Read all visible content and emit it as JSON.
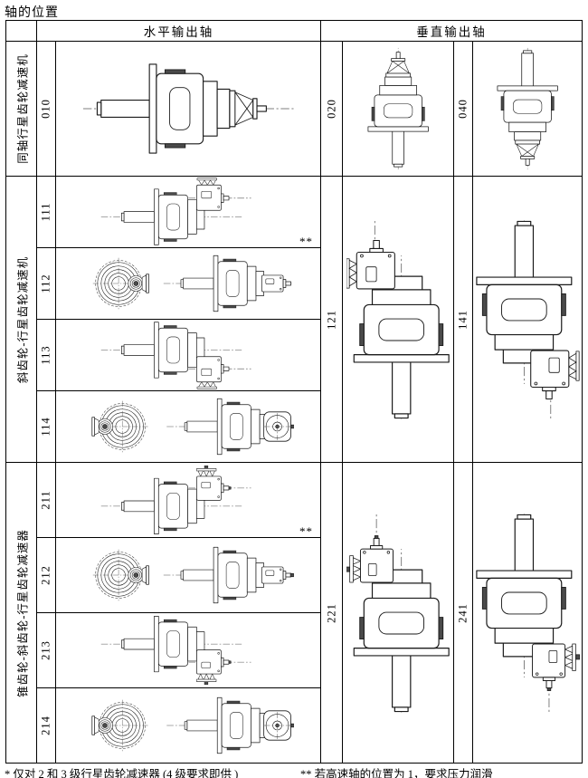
{
  "title": "轴的位置",
  "colors": {
    "ink": "#000000",
    "paper": "#ffffff"
  },
  "table": {
    "headers": {
      "horizontal": "水平输出轴",
      "vertical": "垂直输出轴"
    },
    "groups": [
      {
        "label": "同轴行星齿轮减速机",
        "rows": [
          {
            "code": "010",
            "drawing": "coaxial-reducer-horizontal-side-view",
            "note": ""
          }
        ],
        "vcells": [
          {
            "code": "020",
            "drawing": "coaxial-reducer-vertical-motor-top-output-down"
          },
          {
            "code": "040",
            "drawing": "coaxial-reducer-vertical-output-up-motor-bottom"
          }
        ]
      },
      {
        "label": "斜齿轮-行星齿轮减速机",
        "rows": [
          {
            "code": "111",
            "drawing": "helical-planetary-input-top-right",
            "note": "**"
          },
          {
            "code": "112",
            "drawing": "helical-planetary-input-right-with-front-view",
            "note": ""
          },
          {
            "code": "113",
            "drawing": "helical-planetary-input-bottom-right",
            "note": ""
          },
          {
            "code": "114",
            "drawing": "helical-planetary-input-facing-viewer-with-front-view",
            "note": ""
          }
        ],
        "vcells": [
          {
            "code": "121",
            "drawing": "helical-planetary-vertical-input-top-left"
          },
          {
            "code": "141",
            "drawing": "helical-planetary-vertical-input-bottom-right"
          }
        ]
      },
      {
        "label": "锥齿轮-斜齿轮-行星齿轮减速器",
        "rows": [
          {
            "code": "211",
            "drawing": "bevel-helical-planetary-input-top-right",
            "note": "**"
          },
          {
            "code": "212",
            "drawing": "bevel-helical-planetary-input-right-with-front-view",
            "note": ""
          },
          {
            "code": "213",
            "drawing": "bevel-helical-planetary-input-bottom-right",
            "note": ""
          },
          {
            "code": "214",
            "drawing": "bevel-helical-planetary-input-facing-viewer-with-front-view",
            "note": ""
          }
        ],
        "vcells": [
          {
            "code": "221",
            "drawing": "bevel-helical-planetary-vertical-input-top-left"
          },
          {
            "code": "241",
            "drawing": "bevel-helical-planetary-vertical-input-bottom-right"
          }
        ]
      }
    ]
  },
  "footnotes": [
    "* 仅对 2 和 3 级行星齿轮减速器 (4 级要求即供 )",
    "** 若高速轴的位置为 1，要求压力润滑"
  ]
}
